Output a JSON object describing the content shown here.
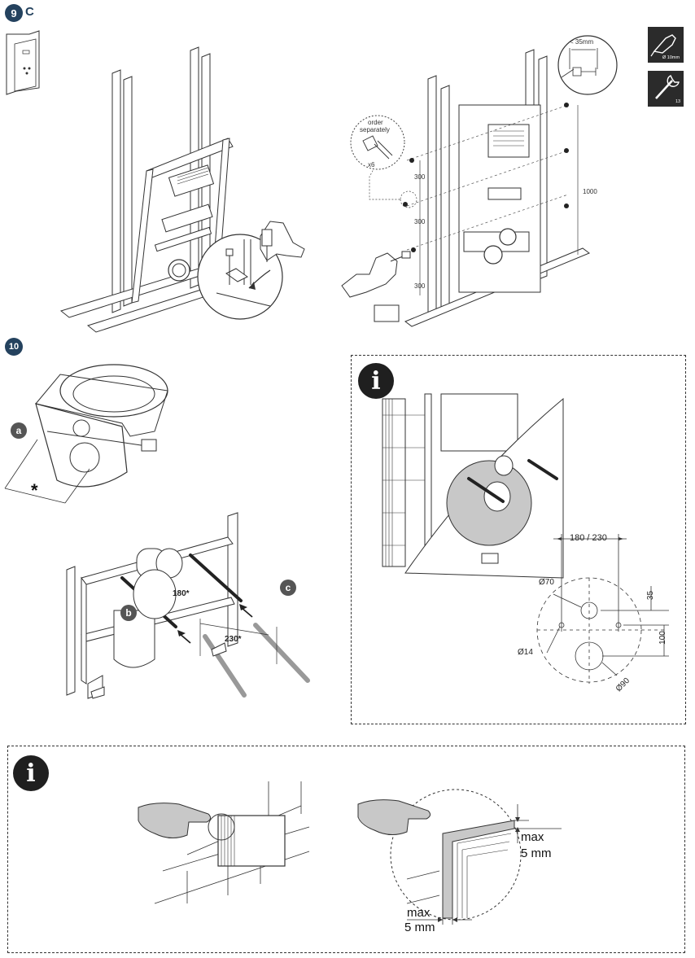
{
  "step9": {
    "number": "9",
    "sub": "C"
  },
  "step10": {
    "number": "10"
  },
  "tools": [
    {
      "icon": "drill-icon",
      "label": "Ø 10mm"
    },
    {
      "icon": "wrench-icon",
      "label": "13"
    }
  ],
  "frame9c": {
    "screw_max": "< 35mm",
    "order_note_line1": "order",
    "order_note_line2": "separately",
    "quantity": "x6",
    "spacing": [
      "300",
      "300",
      "300"
    ],
    "height": "1000"
  },
  "step10_labels": {
    "a": "a",
    "b": "b",
    "c": "c",
    "asterisk": "*",
    "angle": "180*",
    "distance": "230*"
  },
  "info1": {
    "badge": "i",
    "dim_spacing": "180 / 230",
    "d70": "Ø70",
    "d14": "Ø14",
    "d90": "Ø90",
    "d35": "35",
    "d100": "100"
  },
  "info2": {
    "badge": "i",
    "max_top": "max",
    "mm_top": "5 mm",
    "max_bottom": "max",
    "mm_bottom": "5 mm"
  },
  "colors": {
    "badge_blue": "#24425e",
    "tool_bg": "#2b2b2b",
    "highlight_grey": "#c8c8c8"
  }
}
